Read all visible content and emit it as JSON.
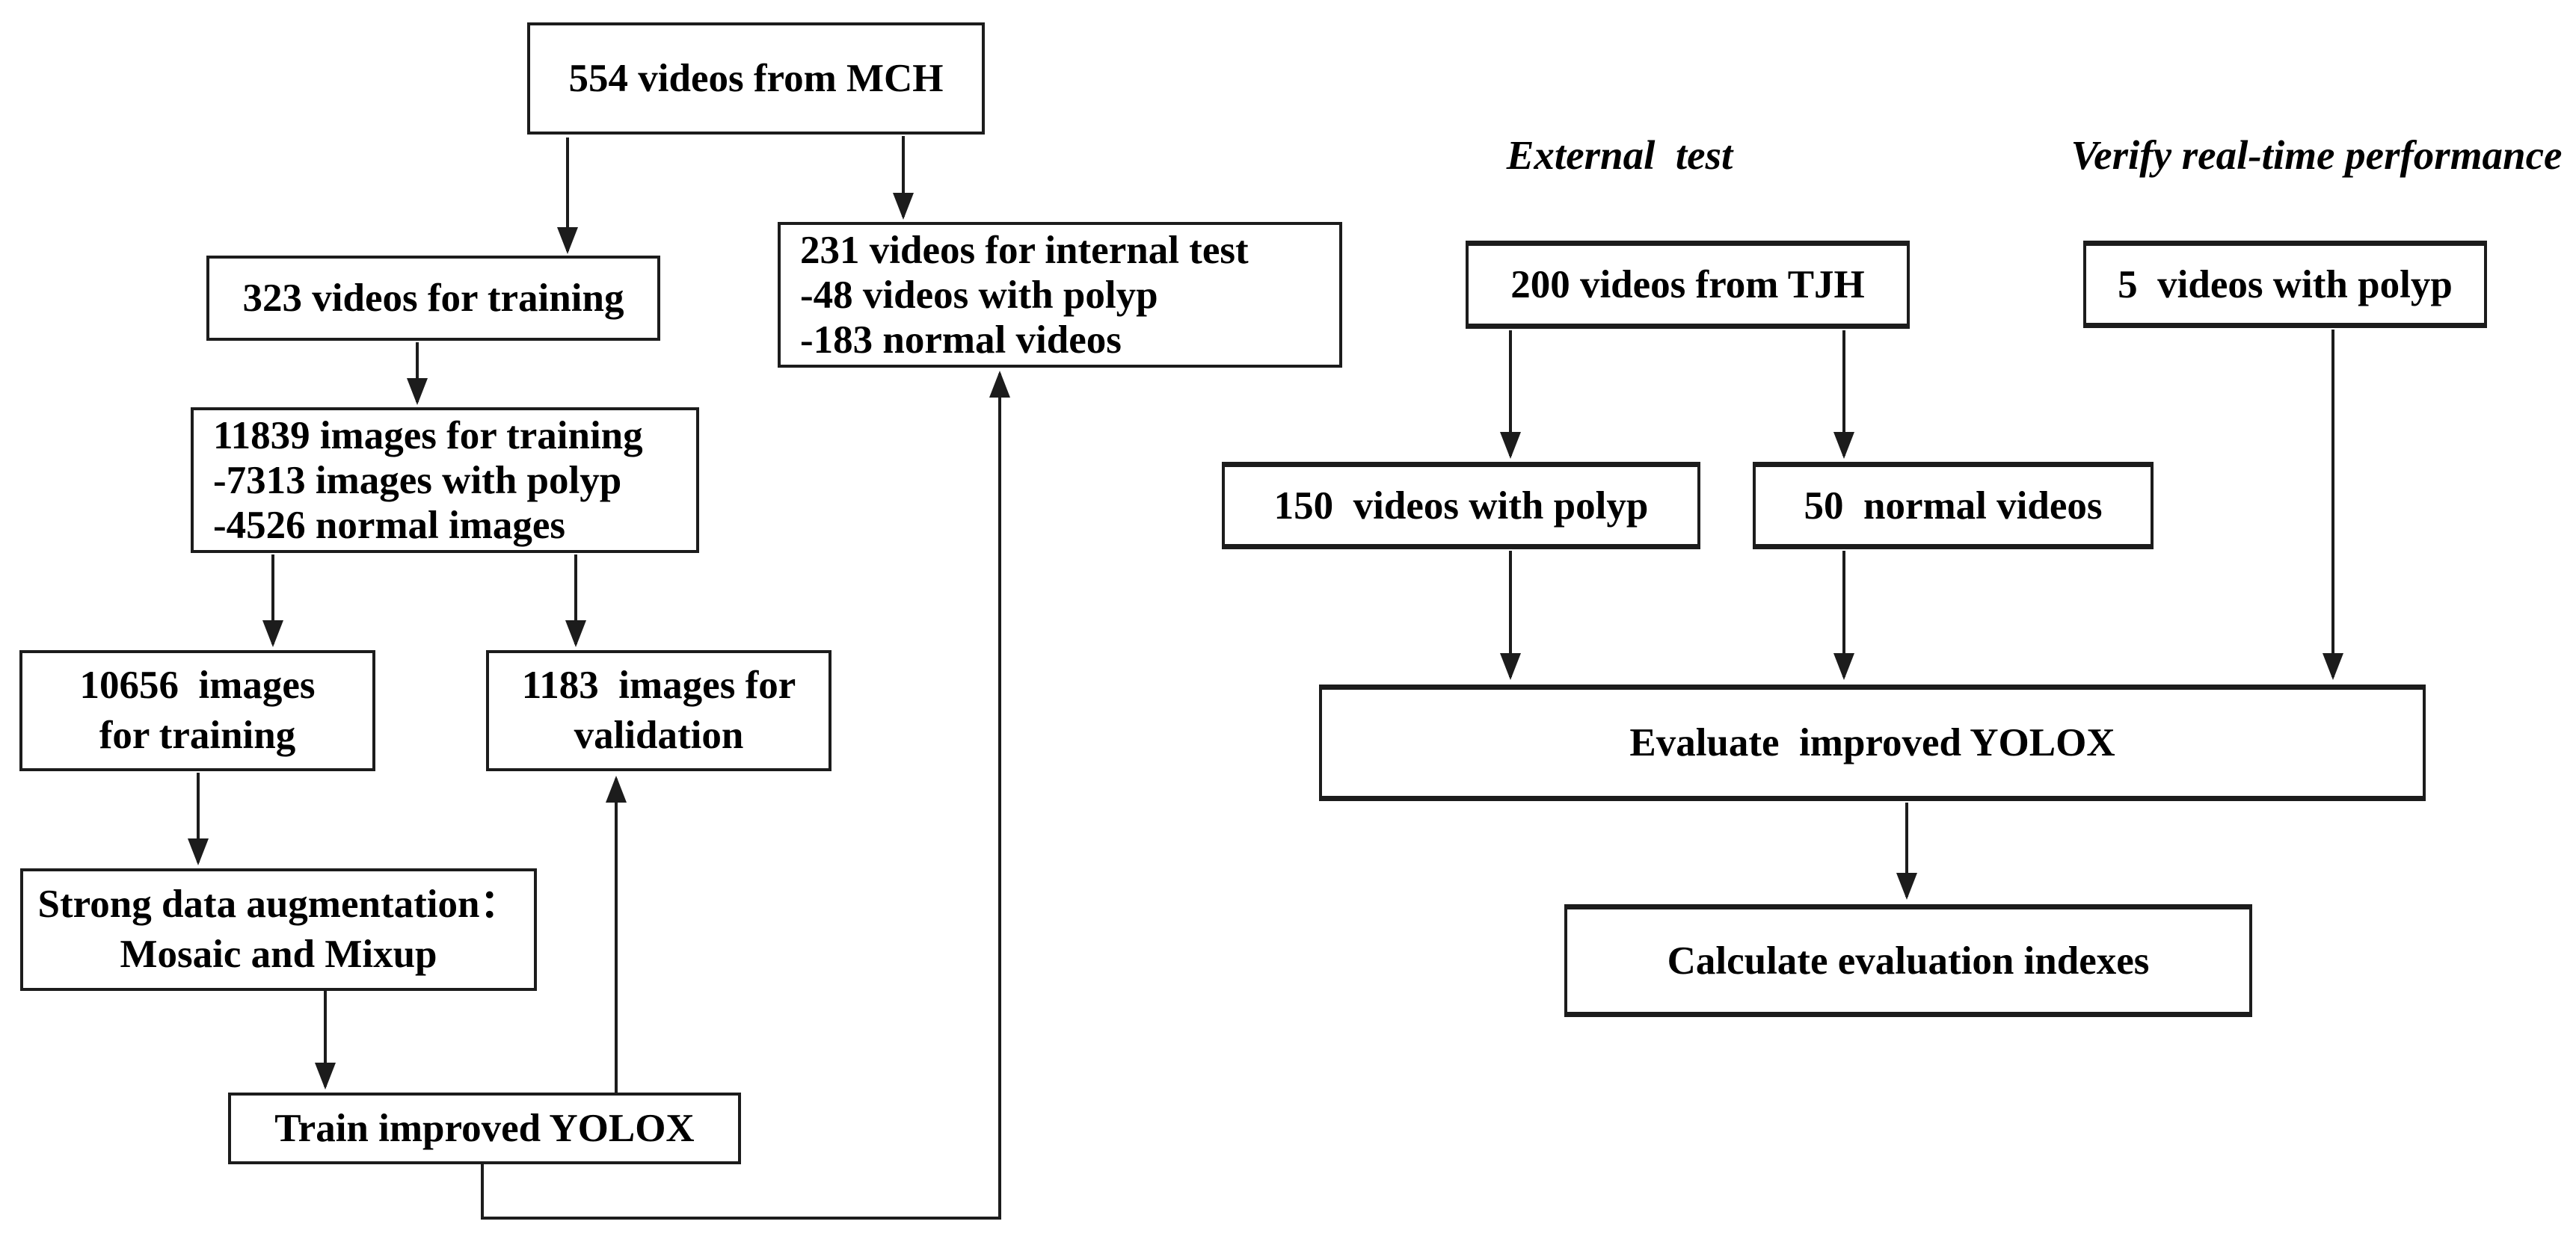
{
  "diagram": {
    "colors": {
      "line": "#1c1c1c",
      "text": "#000000",
      "background": "#ffffff"
    },
    "section_labels": {
      "external_test": "External  test",
      "verify_realtime": "Verify real-time performance"
    },
    "boxes": {
      "mch": {
        "lines": [
          "554 videos from MCH"
        ]
      },
      "train323": {
        "lines": [
          "323 videos for training"
        ]
      },
      "internal231": {
        "lines": [
          "231 videos for internal test",
          "-48 videos with polyp",
          "-183 normal videos"
        ]
      },
      "img11839": {
        "lines": [
          "11839 images for training",
          "-7313 images with polyp",
          "-4526 normal images"
        ]
      },
      "img10656": {
        "lines": [
          "10656  images",
          "for training"
        ]
      },
      "val1183": {
        "lines": [
          "1183  images for",
          "validation"
        ]
      },
      "augment": {
        "lines": [
          "Strong data augmentation：",
          "Mosaic and Mixup"
        ]
      },
      "trainyolox": {
        "lines": [
          "Train improved YOLOX"
        ]
      },
      "tjh200": {
        "lines": [
          "200 videos from TJH"
        ]
      },
      "polyp5": {
        "lines": [
          "5  videos with polyp"
        ]
      },
      "polyp150": {
        "lines": [
          "150  videos with polyp"
        ]
      },
      "normal50": {
        "lines": [
          "50  normal videos"
        ]
      },
      "evaluate": {
        "lines": [
          "Evaluate  improved YOLOX"
        ]
      },
      "calculate": {
        "lines": [
          "Calculate evaluation indexes"
        ]
      }
    },
    "edges": [
      {
        "from": "mch",
        "to": "train323"
      },
      {
        "from": "mch",
        "to": "internal231"
      },
      {
        "from": "train323",
        "to": "img11839"
      },
      {
        "from": "img11839",
        "to": "img10656"
      },
      {
        "from": "img11839",
        "to": "val1183"
      },
      {
        "from": "img10656",
        "to": "augment"
      },
      {
        "from": "augment",
        "to": "trainyolox"
      },
      {
        "from": "trainyolox",
        "to": "val1183"
      },
      {
        "from": "trainyolox",
        "to": "internal231"
      },
      {
        "from": "tjh200",
        "to": "polyp150"
      },
      {
        "from": "tjh200",
        "to": "normal50"
      },
      {
        "from": "polyp150",
        "to": "evaluate"
      },
      {
        "from": "normal50",
        "to": "evaluate"
      },
      {
        "from": "polyp5",
        "to": "evaluate"
      },
      {
        "from": "evaluate",
        "to": "calculate"
      }
    ]
  }
}
